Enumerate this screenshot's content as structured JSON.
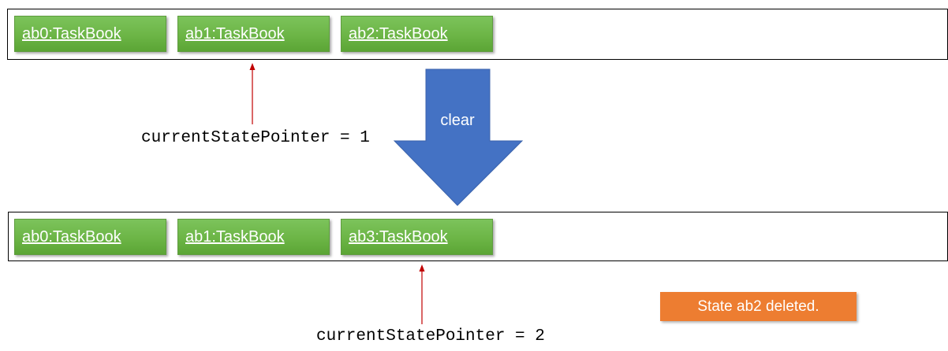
{
  "top_row": {
    "states": [
      "ab0:TaskBook",
      "ab1:TaskBook",
      "ab2:TaskBook"
    ],
    "pointer_label": "currentStatePointer = 1"
  },
  "command": {
    "label": "clear"
  },
  "bottom_row": {
    "states": [
      "ab0:TaskBook",
      "ab1:TaskBook",
      "ab3:TaskBook"
    ],
    "pointer_label": "currentStatePointer = 2"
  },
  "note": {
    "text": "State ab2 deleted."
  },
  "colors": {
    "state_box": "#70ad47",
    "pointer_arrow": "#c00000",
    "command_arrow": "#4472c4",
    "note": "#ed7d31"
  }
}
